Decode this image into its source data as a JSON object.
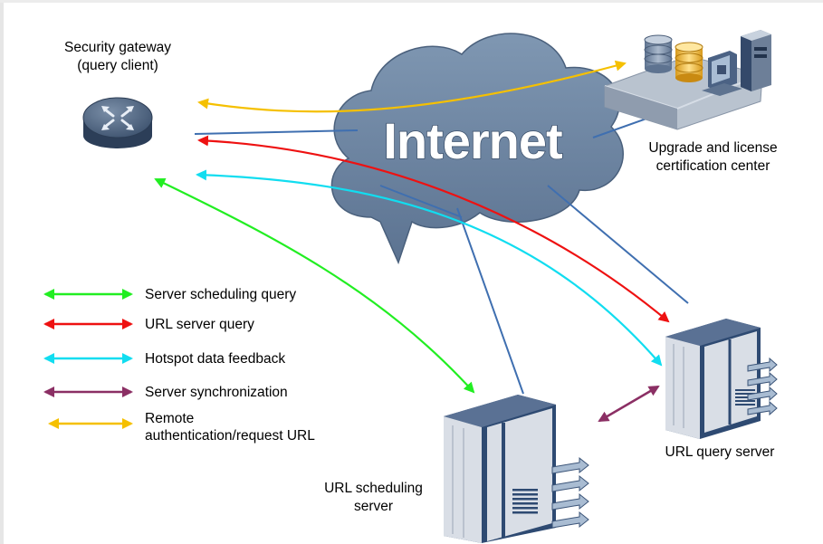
{
  "nodes": {
    "gateway": {
      "line1": "Security gateway",
      "line2": "(query client)"
    },
    "upgrade_center": {
      "line1": "Upgrade and license",
      "line2": "certification center"
    },
    "internet": {
      "label": "Internet"
    },
    "url_query_server": {
      "label": "URL query server"
    },
    "url_scheduling_server": {
      "line1": "URL scheduling",
      "line2": "server"
    }
  },
  "legend": [
    {
      "label": "Server scheduling query",
      "color": "#22ee22"
    },
    {
      "label": "URL server query",
      "color": "#ee1111"
    },
    {
      "label": "Hotspot data feedback",
      "color": "#11ddf0"
    },
    {
      "label": "Server synchronization",
      "color": "#8b2f64"
    },
    {
      "line1": "Remote",
      "line2": "authentication/request URL",
      "color": "#f5c000"
    }
  ],
  "colors": {
    "cloud": "#6d84a0",
    "link": "#3f6fb0",
    "server_dark": "#2e4a72",
    "server_light": "#d9dee6"
  }
}
